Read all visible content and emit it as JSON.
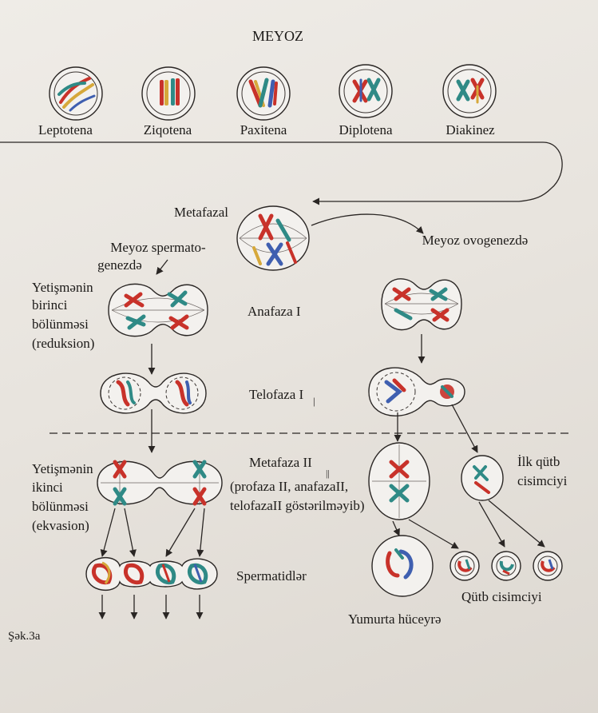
{
  "title": "MEYOZ",
  "prophase_stages": [
    "Leptotena",
    "Ziqotena",
    "Paxitena",
    "Diplotena",
    "Diakinez"
  ],
  "metaphase1": "Metafazal",
  "spermatogenesis_label_line1": "Meyoz spermato-",
  "spermatogenesis_label_line2": "genezdə",
  "oogenesis_label": "Meyoz ovogenezdə",
  "first_division": [
    "Yetişmənin",
    "birinci",
    "bölünməsi",
    "(reduksion)"
  ],
  "anaphase1": "Anafaza I",
  "telophase1": "Telofaza I",
  "telophase1_mark": "|",
  "second_division": [
    "Yetişmənin",
    "ikinci",
    "bölünməsi",
    "(ekvasion)"
  ],
  "metaphase2": "Metafaza II",
  "metaphase2_mark": "||",
  "note": [
    "(profaza II, anafazaII,",
    "telofazaII göstərilməyib)"
  ],
  "first_polar_body": [
    "İlk qütb",
    "cisimciyi"
  ],
  "spermatids": "Spermatidlər",
  "polar_bodies": "Qütb cisimciyi",
  "egg_cell": "Yumurta hüceyrə",
  "figure_label": "Şək.3a",
  "colors": {
    "red": "#c8322a",
    "teal": "#2f8a86",
    "blue": "#3f5fb0",
    "yellow": "#d6a83a",
    "green": "#4f8f3c"
  }
}
